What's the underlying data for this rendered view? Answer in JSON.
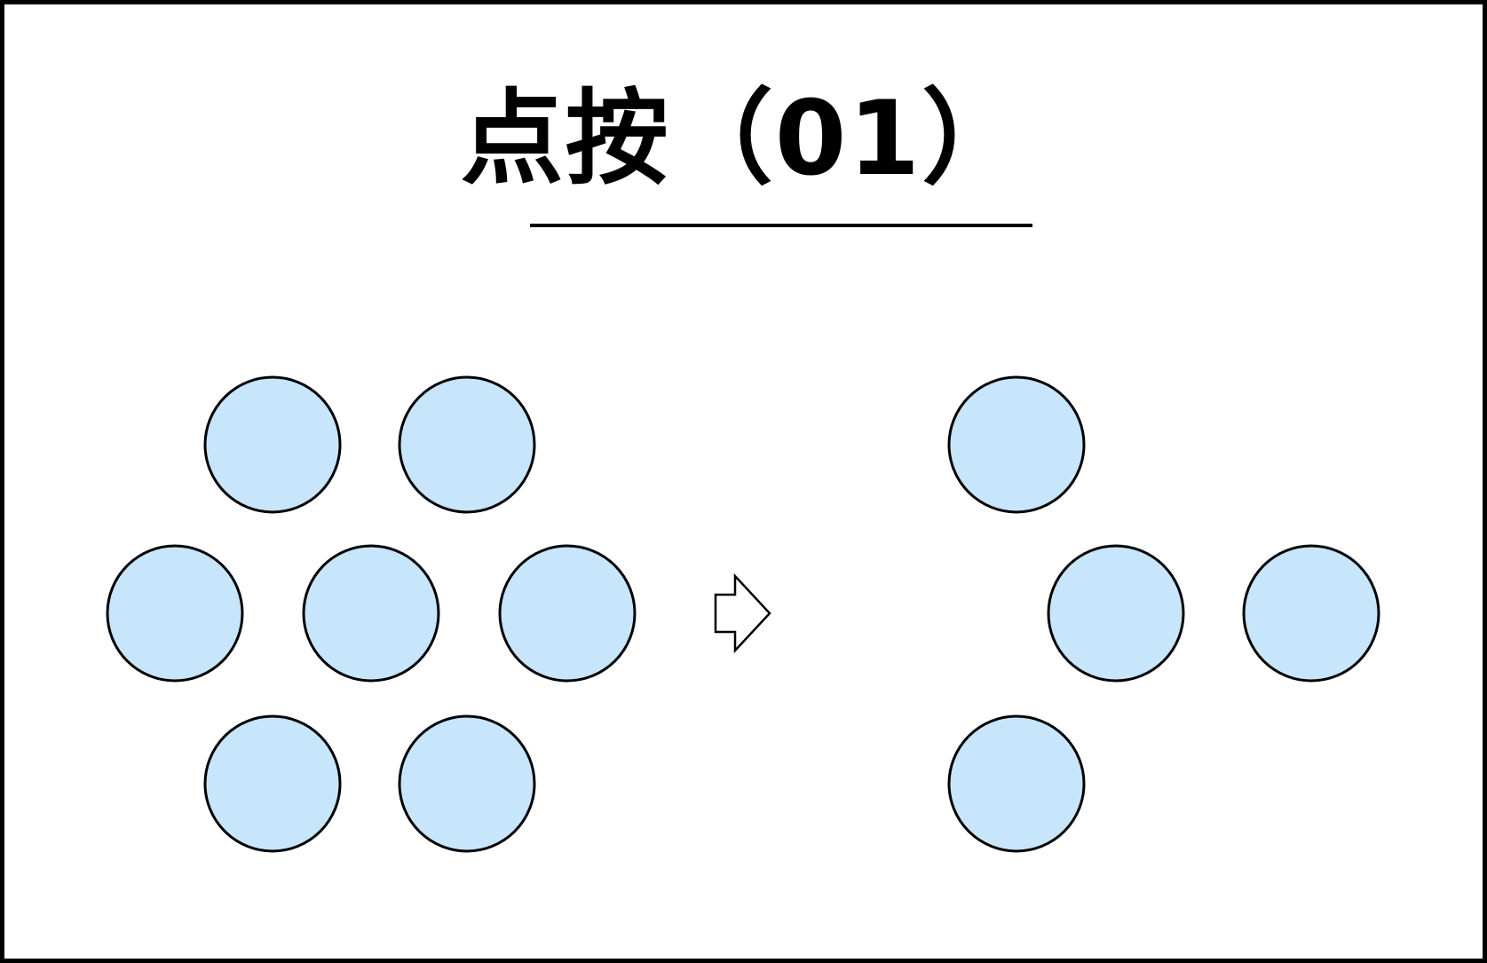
{
  "puzzle": {
    "title": "点按（01）",
    "circle_fill": "#c7e5fb",
    "circle_stroke": "#000000"
  },
  "before": {
    "circles": [
      {
        "name": "before-circle-top-left"
      },
      {
        "name": "before-circle-top-right"
      },
      {
        "name": "before-circle-middle-left"
      },
      {
        "name": "before-circle-middle-center"
      },
      {
        "name": "before-circle-middle-right"
      },
      {
        "name": "before-circle-bottom-left"
      },
      {
        "name": "before-circle-bottom-right"
      }
    ]
  },
  "arrow": {
    "icon": "right-arrow-icon"
  },
  "after": {
    "circles": [
      {
        "name": "after-circle-top"
      },
      {
        "name": "after-circle-middle-center"
      },
      {
        "name": "after-circle-middle-right"
      },
      {
        "name": "after-circle-bottom"
      }
    ]
  }
}
